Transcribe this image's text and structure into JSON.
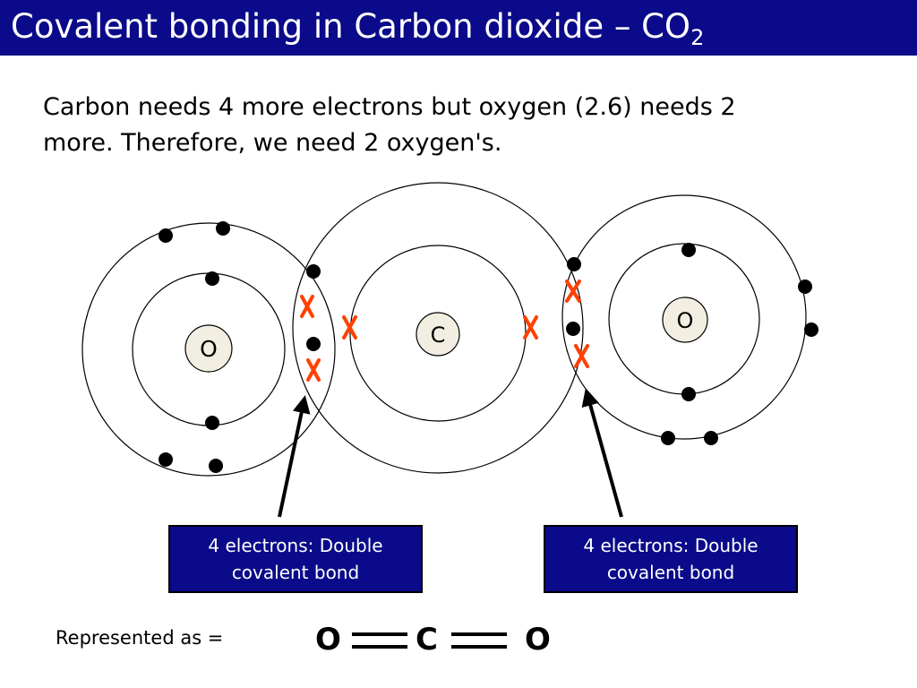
{
  "title": {
    "text": "Covalent bonding in Carbon dioxide – CO",
    "subscript": "2"
  },
  "intro": {
    "line1": "Carbon needs 4 more electrons but oxygen (2.6) needs 2",
    "line2": "more.  Therefore, we need 2 oxygen's."
  },
  "atoms": {
    "left_oxygen": "O",
    "carbon": "C",
    "right_oxygen": "O"
  },
  "callouts": {
    "left": {
      "line1": "4 electrons: Double",
      "line2": "covalent bond"
    },
    "right": {
      "line1": "4 electrons: Double",
      "line2": "covalent bond"
    }
  },
  "formula": {
    "label": "Represented as =",
    "atom1": "O",
    "atom2": "C",
    "atom3": "O"
  },
  "colors": {
    "title_bar": "#0a0a8a",
    "callout_box": "#0a0a8a",
    "nucleus_fill": "#f2efe2",
    "electron_cross": "#ff4000",
    "electron_dot": "#000000"
  }
}
